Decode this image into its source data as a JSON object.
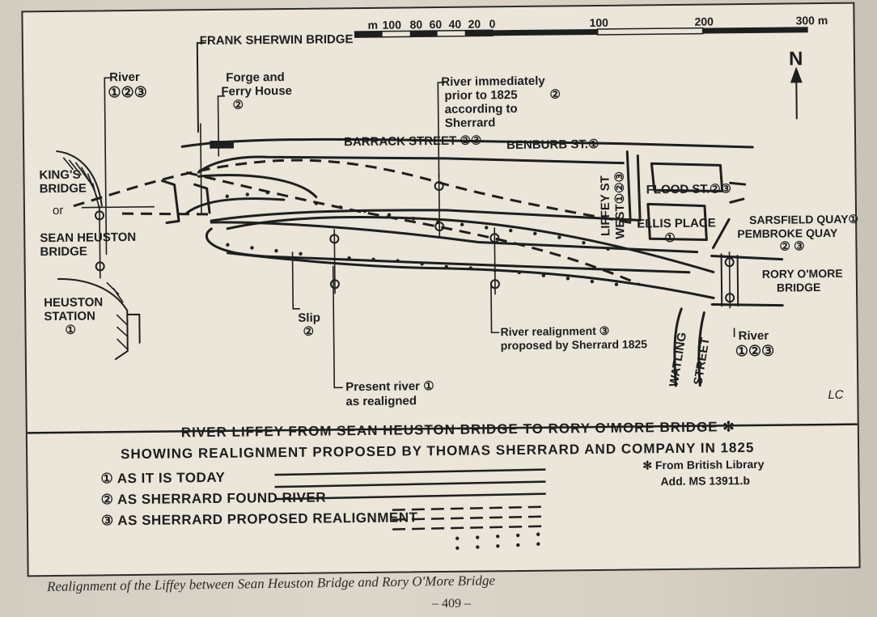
{
  "map": {
    "labels": {
      "frank_sherwin": "FRANK SHERWIN BRIDGE",
      "river1": "River",
      "river1_refs": "①②③",
      "forge1": "Forge and",
      "forge2": "Ferry House",
      "forge_ref": "②",
      "river_prior1": "River immediately",
      "river_prior2": "prior to 1825",
      "river_prior3": "according to",
      "river_prior4": "Sherrard",
      "river_prior_ref": "②",
      "barrack": "BARRACK STREET ②③",
      "benburb": "BENBURB ST.①",
      "kings1": "KING'S",
      "kings2": "BRIDGE",
      "or": "or",
      "sean1": "SEAN HEUSTON",
      "sean2": "BRIDGE",
      "heuston1": "HEUSTON",
      "heuston2": "STATION",
      "heuston_ref": "①",
      "slip": "Slip",
      "slip_ref": "②",
      "liffey_st": "LIFFEY ST",
      "west": "WEST①②③",
      "flood": "FLOOD ST.②③",
      "ellis": "ELLIS PLACE",
      "ellis_ref": "①",
      "sarsfield": "SARSFIELD QUAY①",
      "pembroke": "PEMBROKE QUAY",
      "pembroke_ref": "② ③",
      "rory1": "RORY O'MORE",
      "rory2": "BRIDGE",
      "realign1": "River realignment ③",
      "realign2": "proposed by Sherrard 1825",
      "present1": "Present river ①",
      "present2": "as realigned",
      "watling": "WATLING",
      "street": "STREET",
      "river2": "River",
      "river2_refs": "①②③",
      "north": "N",
      "initials": "LC"
    },
    "scale": {
      "unit_label": "m",
      "ticks": [
        "100",
        "80",
        "60",
        "40",
        "20",
        "0",
        "100",
        "200",
        "300 m"
      ]
    }
  },
  "legend": {
    "title_line1": "RIVER LIFFEY FROM SEAN HEUSTON BRIDGE TO RORY O'MORE BRIDGE",
    "title_mark": "✻",
    "title_line2": "SHOWING REALIGNMENT PROPOSED BY THOMAS SHERRARD AND COMPANY IN 1825",
    "items": [
      {
        "label": "① AS IT IS TODAY",
        "style": "solid"
      },
      {
        "label": "② AS SHERRARD FOUND RIVER",
        "style": "dashed"
      },
      {
        "label": "③ AS SHERRARD PROPOSED REALIGNMENT",
        "style": "dotted"
      }
    ],
    "source_line1": "✻ From British Library",
    "source_line2": "Add. MS 13911.b"
  },
  "caption": "Realignment of the Liffey between Sean Heuston Bridge and Rory O'More Bridge",
  "page_number": "– 409 –"
}
